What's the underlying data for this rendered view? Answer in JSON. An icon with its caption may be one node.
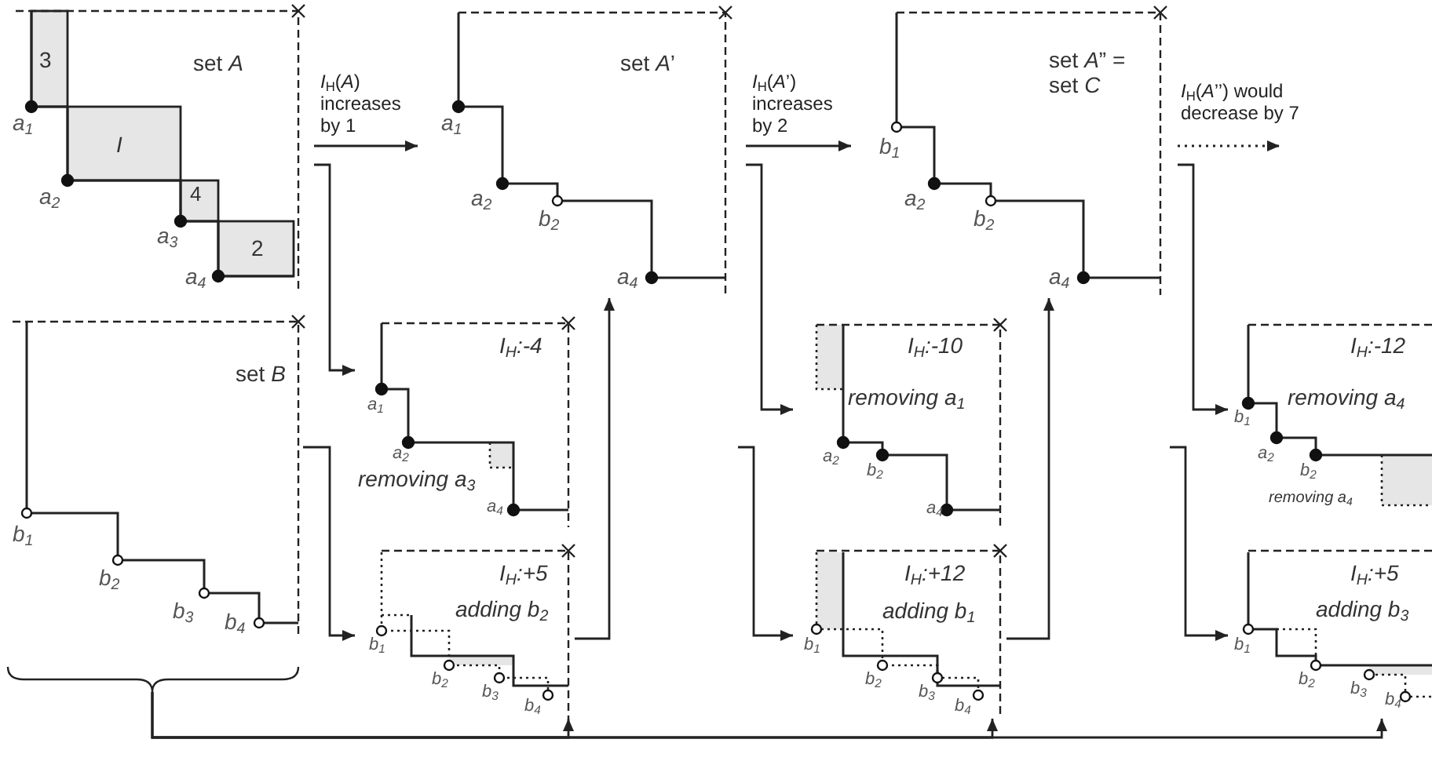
{
  "diagram": {
    "nodes": [
      {
        "text": [
          "set *A*",
          "3",
          "I",
          "4",
          "2",
          "a$_{1}$",
          "a$_{2}$",
          "a$_{3}$",
          "a$_{4}$"
        ]
      },
      {
        "text": [
          "set *A*’",
          "a$_{1}$",
          "a$_{2}$",
          "b$_{2}$",
          "a$_{4}$"
        ]
      },
      {
        "text": [
          "set *A*” = set *C*",
          "b$_{1}$",
          "a$_{2}$",
          "b$_{2}$",
          "a$_{4}$"
        ]
      },
      {
        "text": [
          "set *B*",
          "b$_{1}$",
          "b$_{2}$",
          "b$_{3}$",
          "b$_{4}$"
        ]
      },
      {
        "text": [
          "I$_{H}$:-4",
          "removing a$_{3}$",
          "a$_{1}$",
          "a$_{2}$",
          "a$_{4}$"
        ]
      },
      {
        "text": [
          "I$_{H}$:+5",
          "adding b$_{2}$",
          "b$_{1}$",
          "b$_{2}$",
          "b$_{3}$",
          "b$_{4}$"
        ]
      },
      {
        "text": [
          "I$_{H}$:-10",
          "removing a$_{1}$",
          "a$_{2}$",
          "b$_{2}$",
          "a$_{4}$"
        ]
      },
      {
        "text": [
          "I$_{H}$:+12",
          "adding b$_{1}$",
          "b$_{1}$",
          "b$_{2}$",
          "b$_{3}$",
          "b$_{4}$"
        ]
      },
      {
        "text": [
          "I$_{H}$:-12",
          "removing a$_{4}$",
          "b$_{1}$",
          "a$_{2}$",
          "b$_{2}$",
          "removing a$_{4}$"
        ]
      },
      {
        "text": [
          "I$_{H}$:+5",
          "adding b$_{3}$",
          "b$_{1}$",
          "b$_{2}$",
          "b$_{3}$",
          "b$_{4}$"
        ]
      }
    ],
    "edges": [
      {
        "from": 0,
        "to": 1,
        "arrow": "to",
        "label": "*I*$_{H}$(*A*) increases by 1"
      },
      {
        "from": 1,
        "to": 2,
        "arrow": "to",
        "label": "*I*$_{H}$(*A*’) increases by 2"
      },
      {
        "from": 2,
        "to": null,
        "arrow": "to",
        "label": "*I*$_{H}$(*A*’’) would decrease by 7",
        "style": "dashed"
      },
      {
        "from": 0,
        "to": 4,
        "arrow": "to"
      },
      {
        "from": 3,
        "to": 5,
        "arrow": "to"
      },
      {
        "from": 5,
        "to": 1,
        "arrow": "to"
      },
      {
        "from": 1,
        "to": 6,
        "arrow": "to"
      },
      {
        "from": null,
        "to": 7,
        "arrow": "to"
      },
      {
        "from": 7,
        "to": 2,
        "arrow": "to"
      },
      {
        "from": 2,
        "to": 8,
        "arrow": "to"
      },
      {
        "from": null,
        "to": 9,
        "arrow": "to"
      },
      {
        "from": 3,
        "to": 5,
        "arrow": "to"
      },
      {
        "from": 3,
        "to": 7,
        "arrow": "to"
      },
      {
        "from": 3,
        "to": 9,
        "arrow": "to"
      }
    ]
  }
}
